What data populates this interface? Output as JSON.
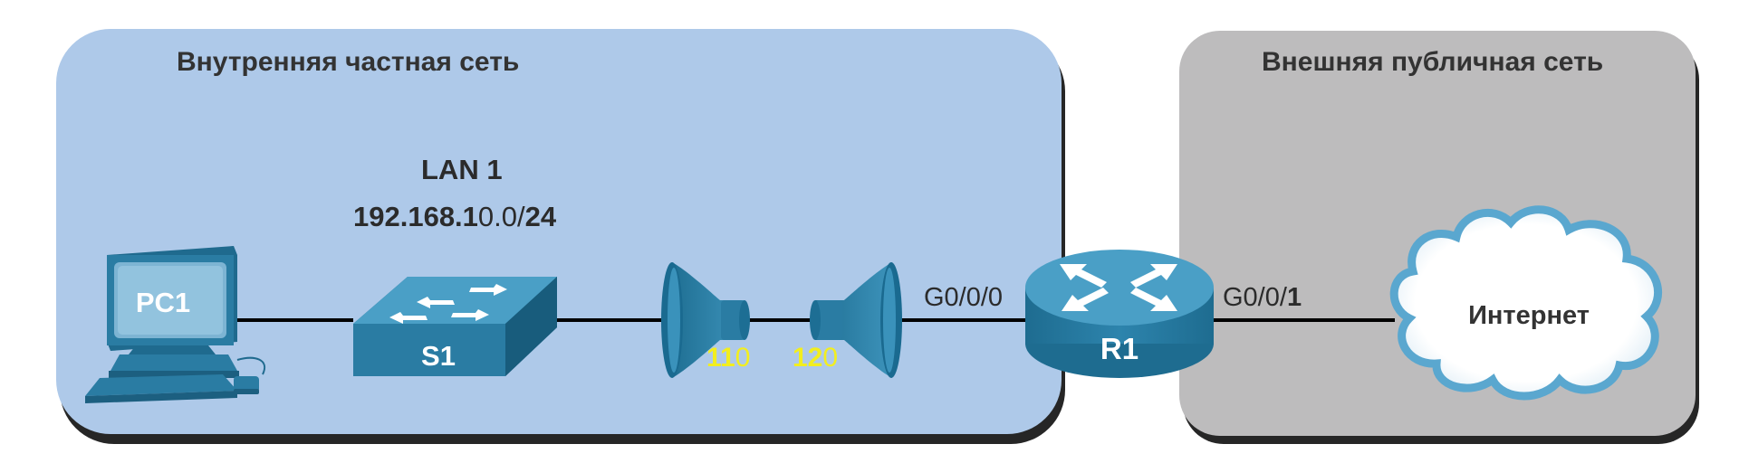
{
  "zones": {
    "inside": {
      "title": "Внутренняя частная сеть",
      "fill": "#aec9e9"
    },
    "outside": {
      "title": "Внешняя публичная сеть",
      "fill": "#bdbcbd"
    }
  },
  "lan": {
    "name": "LAN 1",
    "subnet_prefix": "192.168.1",
    "subnet_mid": "0.0/",
    "subnet_mask": "24"
  },
  "devices": {
    "pc": {
      "label": "PC1",
      "icon": "computer-icon"
    },
    "switch": {
      "label": "S1",
      "icon": "switch-icon"
    },
    "router": {
      "label": "R1",
      "icon": "router-icon"
    },
    "cloud": {
      "label": "Интернет",
      "icon": "cloud-icon"
    }
  },
  "horns": {
    "left": {
      "digits_bold": "11",
      "digit_thin": "0"
    },
    "right": {
      "digits_bold": "12",
      "digit_thin": "0"
    }
  },
  "interfaces": {
    "inside": "G0/0/0",
    "outside_prefix": "G0/0/",
    "outside_suffix": "1"
  },
  "colors": {
    "device_blue": "#2a7ca3",
    "device_top": "#4a9fc6",
    "link": "#000000",
    "accent_yellow": "#f2ee1f"
  }
}
